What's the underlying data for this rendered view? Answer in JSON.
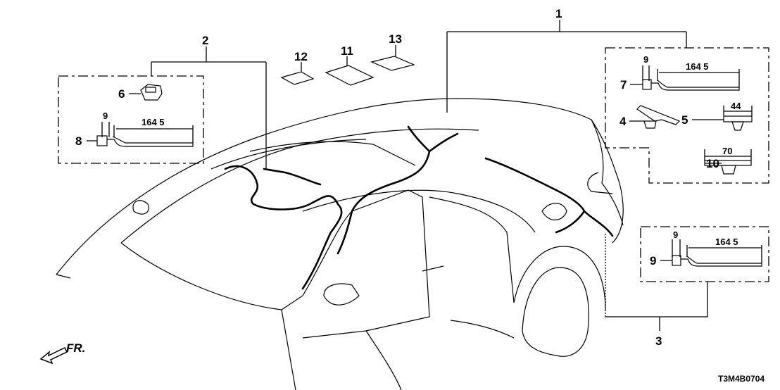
{
  "callouts": {
    "p1": "1",
    "p2": "2",
    "p3": "3",
    "p4": "4",
    "p5": "5",
    "p6": "6",
    "p7": "7",
    "p8": "8",
    "p9": "9",
    "p10": "10",
    "p11": "11",
    "p12": "12",
    "p13": "13"
  },
  "dimensions": {
    "box2_width_9": "9",
    "box2_length": "164 5",
    "box1_width_9": "9",
    "box1_length": "164 5",
    "box1_clip5": "44",
    "box1_clip10": "70",
    "box3_width_9": "9",
    "box3_length": "164 5"
  },
  "direction_label": "FR.",
  "diagram_code": "T3M4B0704"
}
